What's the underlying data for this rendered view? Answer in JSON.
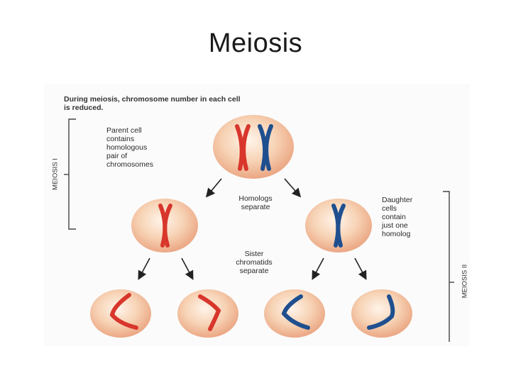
{
  "slide": {
    "title": "Meiosis"
  },
  "figure": {
    "caption": "During meiosis, chromosome number in each cell\nis reduced.",
    "labels": {
      "parent_cell": "Parent cell\ncontains\nhomologous\npair of\nchromosomes",
      "homologs_separate": "Homologs\nseparate",
      "daughter_cells": "Daughter\ncells\ncontain\njust one\nhomolog",
      "sister_chromatids": "Sister\nchromatids\nseparate"
    },
    "stage_labels": {
      "meiosis_1": "MEIOSIS I",
      "meiosis_2": "MEIOSIS II"
    },
    "colors": {
      "cell_fill": "#f6c9a6",
      "cell_edge": "#e8a37c",
      "red_chromosome": "#d8362c",
      "blue_chromosome": "#1f4f8f",
      "arrow": "#222222",
      "bracket": "#444444"
    }
  }
}
